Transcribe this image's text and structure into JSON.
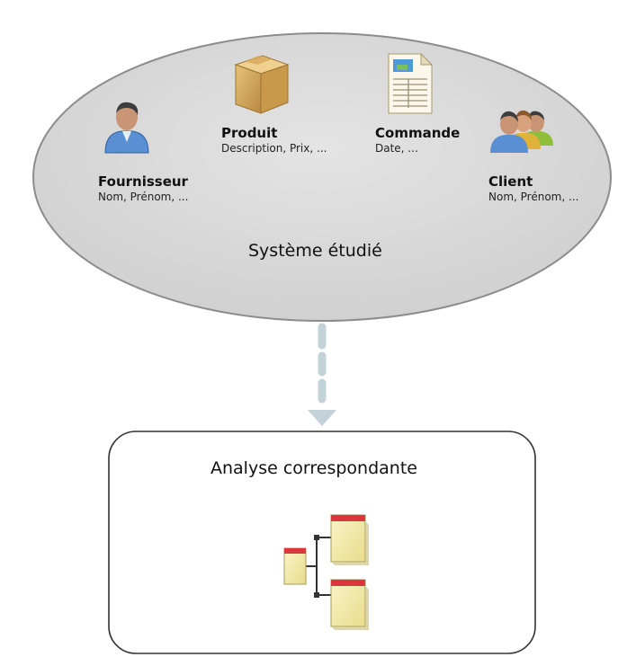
{
  "system": {
    "label": "Système étudié",
    "entities": [
      {
        "title": "Fournisseur",
        "attrs": "Nom, Prénom, ...",
        "icon": "supplier-person-icon"
      },
      {
        "title": "Produit",
        "attrs": "Description, Prix, ...",
        "icon": "product-box-icon"
      },
      {
        "title": "Commande",
        "attrs": "Date, ...",
        "icon": "order-document-icon"
      },
      {
        "title": "Client",
        "attrs": "Nom, Prénom, ...",
        "icon": "client-group-icon"
      }
    ]
  },
  "analysis": {
    "label": "Analyse correspondante",
    "icon": "class-diagram-icon"
  },
  "connector": {
    "icon": "dashed-down-arrow-icon"
  },
  "colors": {
    "ellipse_fill": "#d9d9d9",
    "ellipse_stroke": "#8c8c8c",
    "box_stroke": "#333333",
    "arrow": "#c3d2d8",
    "note_header": "#d9363e",
    "note_body": "#f4ecb0"
  }
}
